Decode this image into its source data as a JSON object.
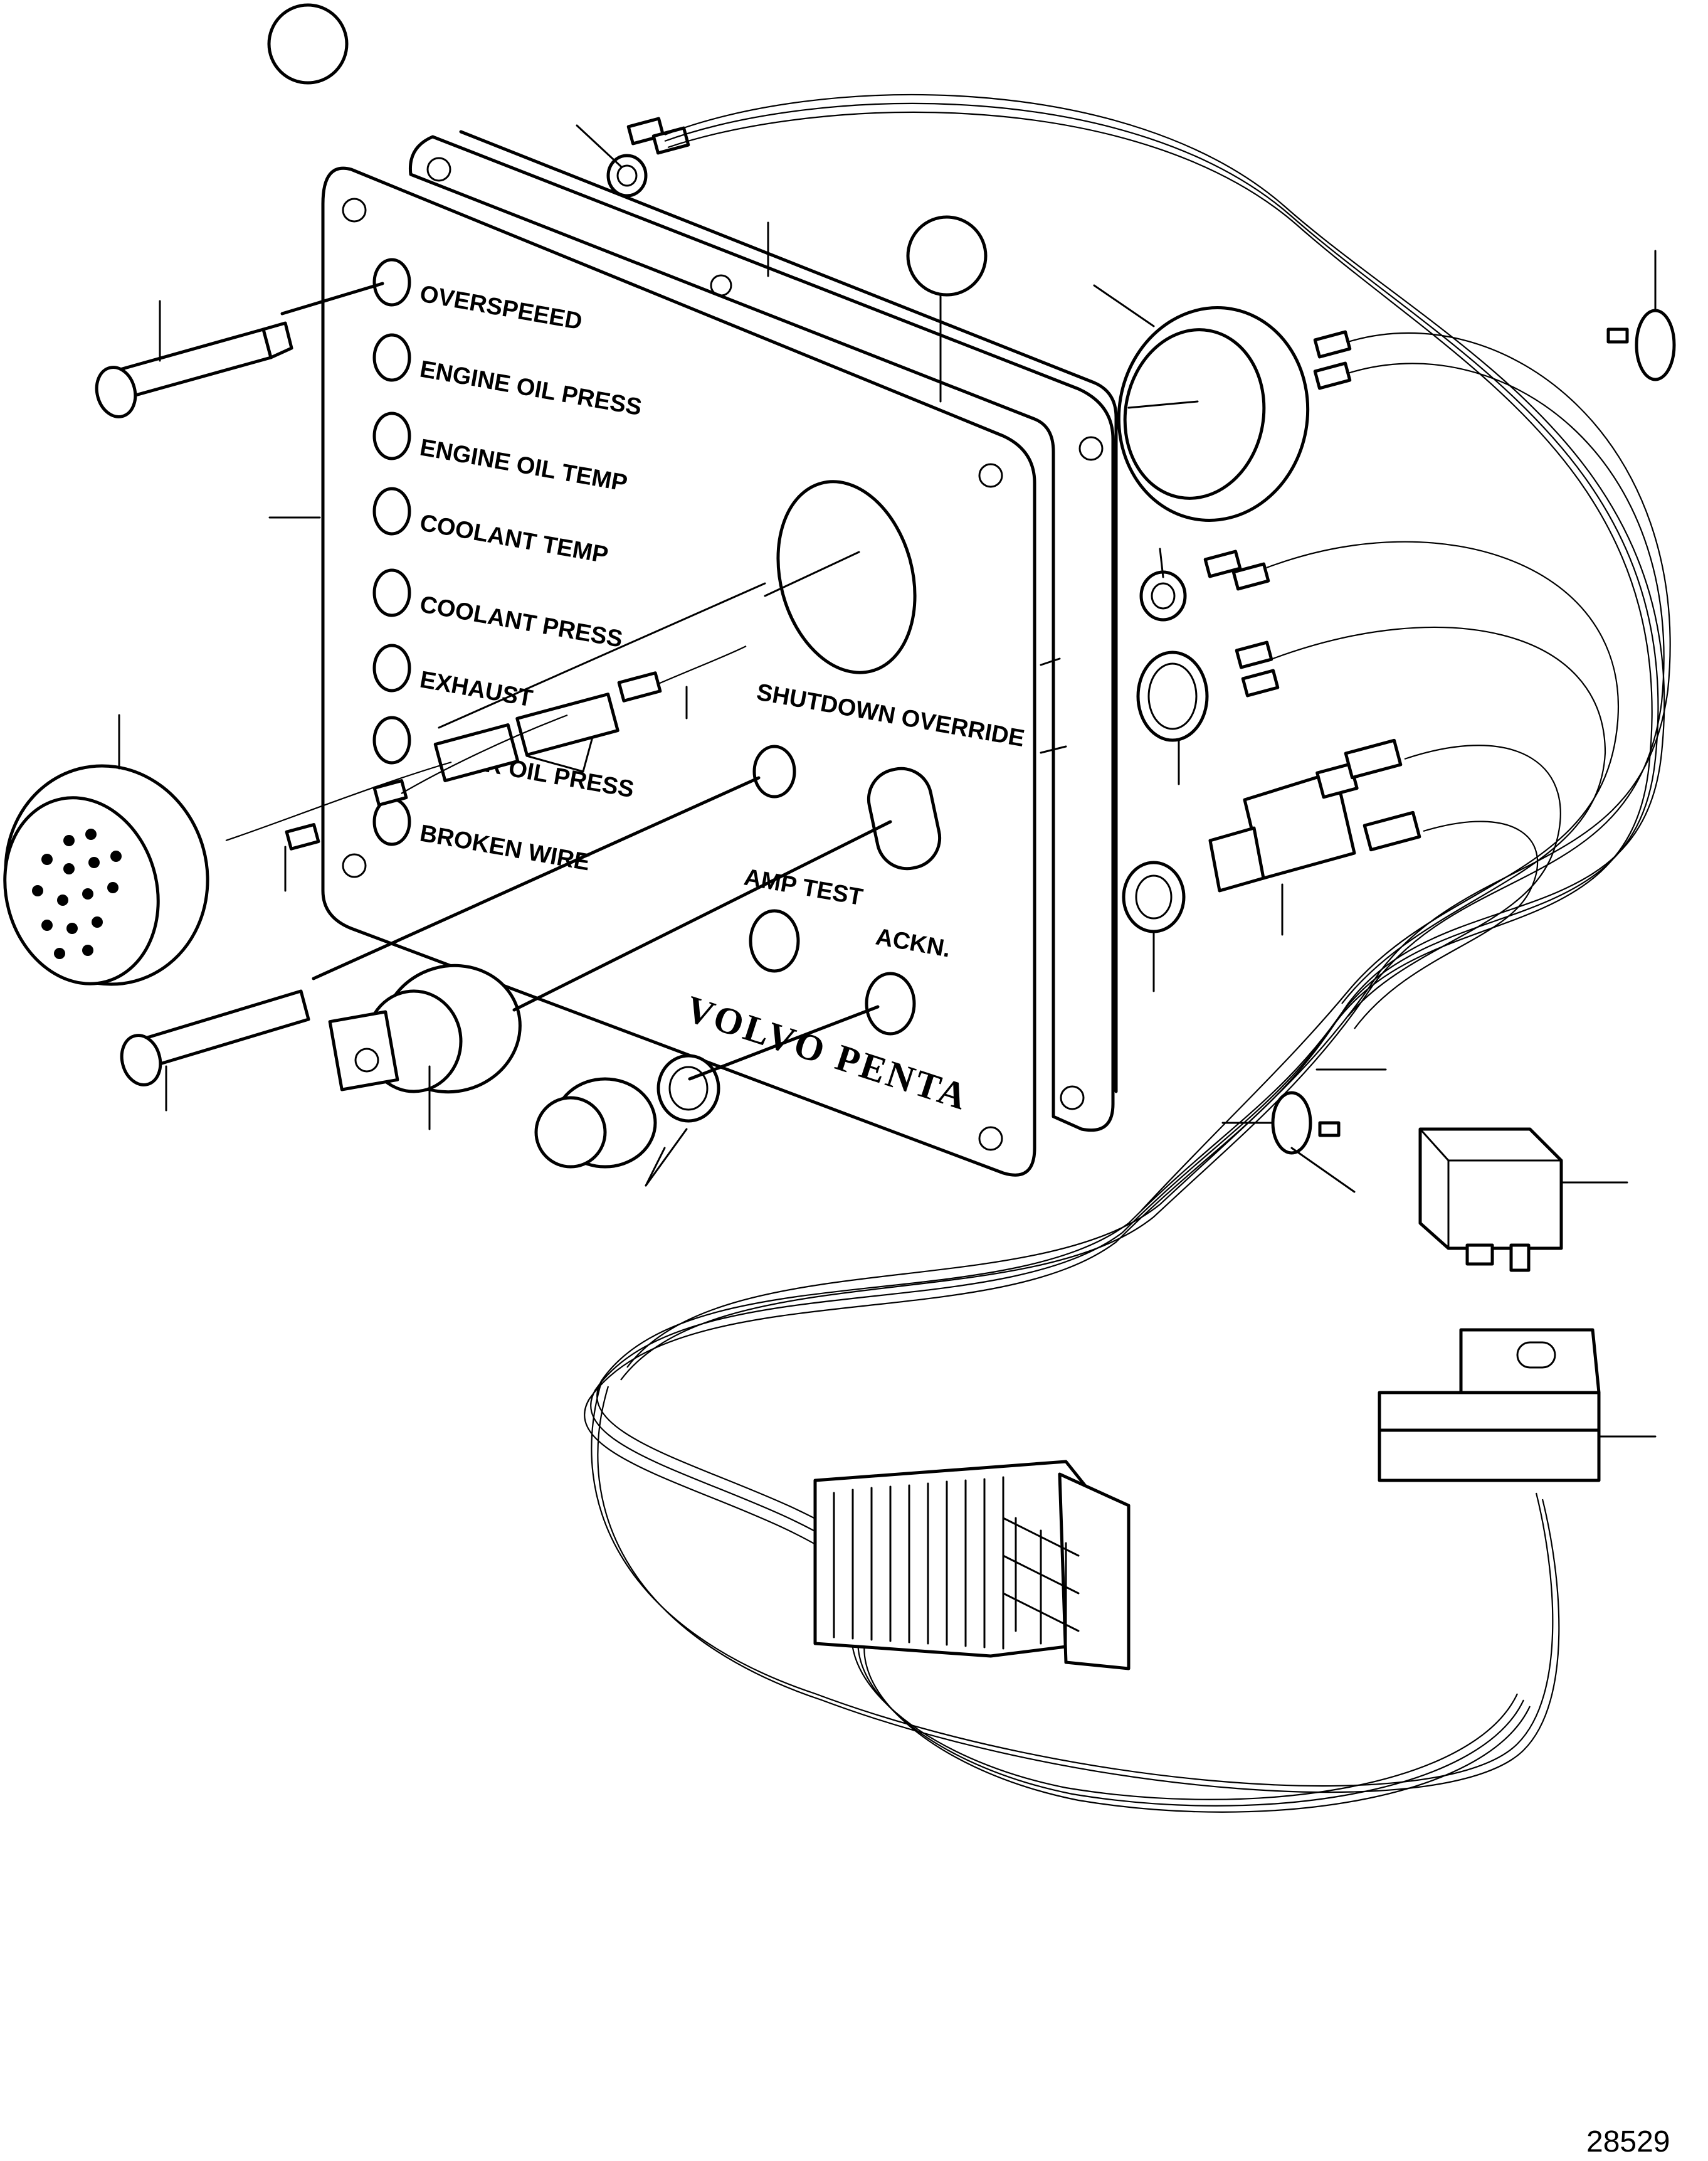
{
  "panel": {
    "brand": "VOLVO PENTA",
    "indicator_labels": [
      "OVERSPEEED",
      "ENGINE OIL PRESS",
      "ENGINE OIL TEMP",
      "COOLANT TEMP",
      "COOLANT PRESS",
      "EXHAUST",
      "AR OIL PRESS",
      "BROKEN WIRE"
    ],
    "switch_labels": {
      "shutdown_override": "SHUTDOWN OVERRIDE",
      "lamp_test": "AMP TEST",
      "ackn": "ACKN."
    }
  },
  "figure_number": "28529"
}
